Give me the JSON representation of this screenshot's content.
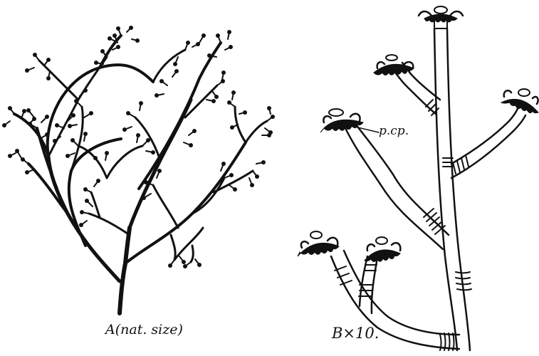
{
  "figure": {
    "panel_a": {
      "caption": "A(nat. size)"
    },
    "panel_b": {
      "caption": "B×10.",
      "annotation": "p.cp."
    }
  }
}
